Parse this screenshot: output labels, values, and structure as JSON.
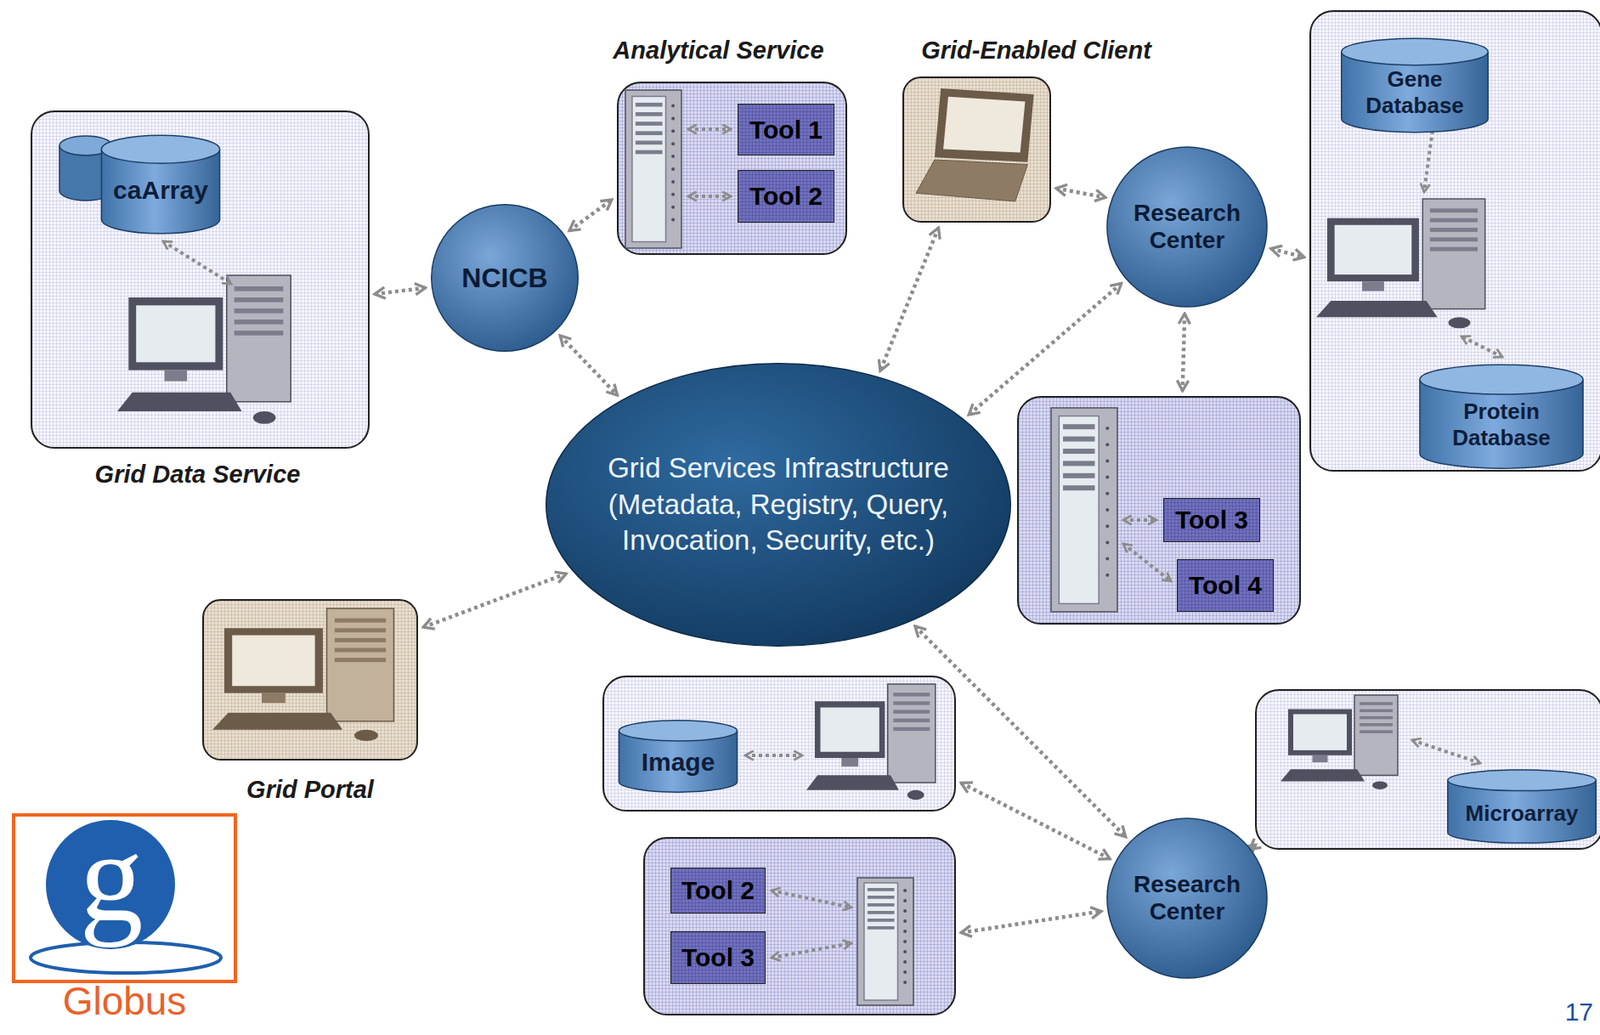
{
  "diagram": {
    "nodes": [
      {
        "text": [
          "Grid Data Service"
        ]
      },
      {
        "text": [
          "caArray"
        ],
        "in": 0
      },
      {
        "text": [
          "NCICB"
        ]
      },
      {
        "text": [
          "Analytical Service"
        ]
      },
      {
        "text": [
          "Tool 1"
        ],
        "in": 3
      },
      {
        "text": [
          "Tool 2"
        ],
        "in": 3
      },
      {
        "text": [
          "Grid-Enabled Client"
        ]
      },
      {
        "text": [
          "Research Center"
        ]
      },
      {
        "text": []
      },
      {
        "text": [
          "Gene Database"
        ],
        "in": 8
      },
      {
        "text": [
          "Protein Database"
        ],
        "in": 8
      },
      {
        "text": [
          "Grid Services Infrastructure (Metadata, Registry, Query, Invocation, Security, etc.)"
        ]
      },
      {
        "text": []
      },
      {
        "text": [
          "Tool 3"
        ],
        "in": 12
      },
      {
        "text": [
          "Tool 4"
        ],
        "in": 12
      },
      {
        "text": [
          "Grid Portal"
        ]
      },
      {
        "text": []
      },
      {
        "text": [
          "Image"
        ],
        "in": 16
      },
      {
        "text": []
      },
      {
        "text": [
          "Microarray"
        ],
        "in": 18
      },
      {
        "text": []
      },
      {
        "text": [
          "Tool 2"
        ],
        "in": 20
      },
      {
        "text": [
          "Tool 3"
        ],
        "in": 20
      },
      {
        "text": [
          "Research Center"
        ]
      },
      {
        "text": [
          "g",
          "Globus"
        ]
      }
    ],
    "edges": [
      {
        "from": 0,
        "to": 2,
        "arrow": "both"
      },
      {
        "from": 2,
        "to": 3,
        "arrow": "both"
      },
      {
        "from": 2,
        "to": 11,
        "arrow": "both"
      },
      {
        "from": 6,
        "to": 11,
        "arrow": "both"
      },
      {
        "from": 6,
        "to": 7,
        "arrow": "both"
      },
      {
        "from": 7,
        "to": 11,
        "arrow": "both"
      },
      {
        "from": 7,
        "to": 8,
        "arrow": "both"
      },
      {
        "from": 7,
        "to": 12,
        "arrow": "both"
      },
      {
        "from": 15,
        "to": 11,
        "arrow": "both"
      },
      {
        "from": 11,
        "to": 23,
        "arrow": "both"
      },
      {
        "from": 16,
        "to": 23,
        "arrow": "both"
      },
      {
        "from": 20,
        "to": 23,
        "arrow": "both"
      },
      {
        "from": 23,
        "to": 18,
        "arrow": "both"
      }
    ],
    "labels": [
      "17"
    ]
  }
}
